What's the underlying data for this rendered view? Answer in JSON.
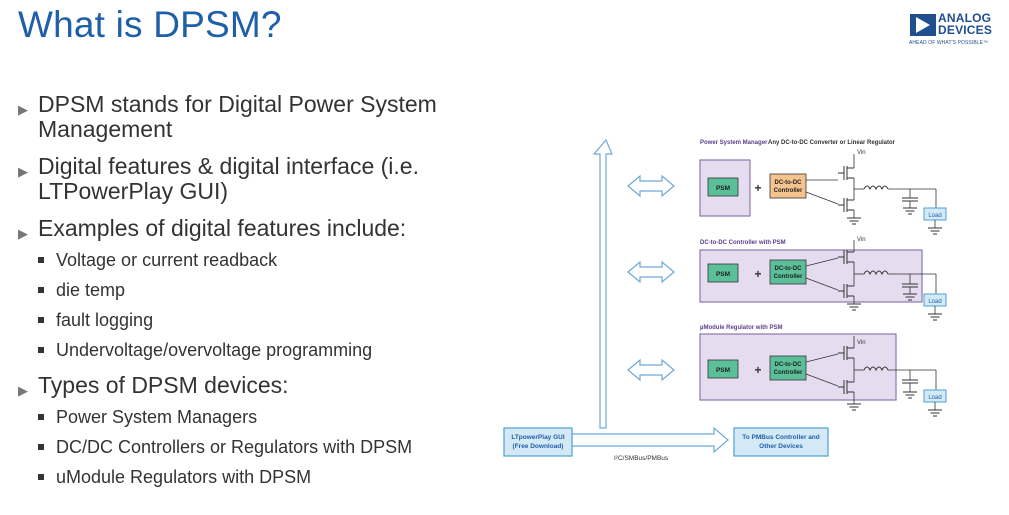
{
  "title": "What is DPSM?",
  "logo": {
    "line1": "ANALOG",
    "line2": "DEVICES",
    "tagline": "AHEAD OF WHAT'S POSSIBLE™"
  },
  "bullets": [
    {
      "level": 1,
      "text": "DPSM stands for Digital Power System Management"
    },
    {
      "level": 1,
      "text": "Digital features & digital interface (i.e. LTPowerPlay GUI)"
    },
    {
      "level": 1,
      "text": "Examples of digital features include:"
    },
    {
      "level": 2,
      "text": "Voltage or current readback"
    },
    {
      "level": 2,
      "text": "die temp"
    },
    {
      "level": 2,
      "text": "fault logging"
    },
    {
      "level": 2,
      "text": "Undervoltage/overvoltage programming"
    },
    {
      "level": 1,
      "text": "Types of DPSM devices:"
    },
    {
      "level": 2,
      "text": "Power System Managers"
    },
    {
      "level": 2,
      "text": "DC/DC Controllers or Regulators with DPSM"
    },
    {
      "level": 2,
      "text": "uModule Regulators with DPSM"
    }
  ],
  "diagram": {
    "labels": {
      "psm_header": "Power System Manager",
      "converter_header": "Any DC-to-DC Converter or Linear Regulator",
      "row2_header": "DC-to-DC Controller with PSM",
      "row3_header": "µModule Regulator with PSM",
      "psm": "PSM",
      "plus": "+",
      "dcdc_a": "DC-to-DC",
      "dcdc_b": "Controller",
      "vin": "Vin",
      "load": "Load",
      "gui_a": "LTpowerPlay GUI",
      "gui_b": "(Free Download)",
      "bus": "I²C/SMBus/PMBus",
      "pmbus_a": "To PMBus Controller and",
      "pmbus_b": "Other Devices"
    },
    "colors": {
      "box_purple": "#e6dcef",
      "box_purple_border": "#8d79ad",
      "psm_green": "#5bbf9a",
      "dcdc_orange": "#f6c38e",
      "light_blue": "#d3eaf6",
      "blue_border": "#4f9fd5",
      "header_text": "#5b3f8c"
    }
  }
}
